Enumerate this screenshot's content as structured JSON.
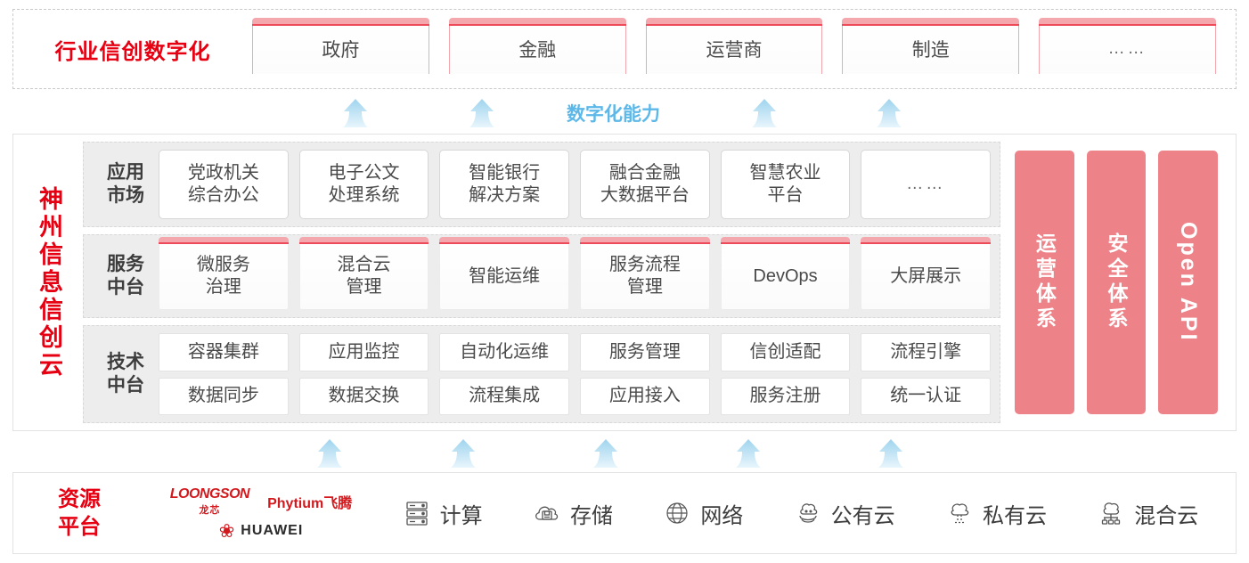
{
  "industry": {
    "title": "行业信创数字化",
    "boxes": [
      {
        "label": "政府"
      },
      {
        "label": "金融"
      },
      {
        "label": "运营商"
      },
      {
        "label": "制造"
      },
      {
        "label": "……"
      }
    ]
  },
  "capability_label": "数字化能力",
  "cloud": {
    "title": "神州信息信创云",
    "rows": [
      {
        "label": "应用\n市场",
        "label_l1": "应用",
        "label_l2": "市场",
        "style": "plain",
        "cells": [
          "党政机关\n综合办公",
          "电子公文\n处理系统",
          "智能银行\n解决方案",
          "融合金融\n大数据平台",
          "智慧农业\n平台",
          "……"
        ]
      },
      {
        "label_l1": "服务",
        "label_l2": "中台",
        "style": "topbar",
        "cells": [
          "微服务\n治理",
          "混合云\n管理",
          "智能运维",
          "服务流程\n管理",
          "DevOps",
          "大屏展示"
        ]
      },
      {
        "label_l1": "技术",
        "label_l2": "中台",
        "style": "plain",
        "cells_row1": [
          "容器集群",
          "应用监控",
          "自动化运维",
          "服务管理",
          "信创适配",
          "流程引擎"
        ],
        "cells_row2": [
          "数据同步",
          "数据交换",
          "流程集成",
          "应用接入",
          "服务注册",
          "统一认证"
        ]
      }
    ],
    "pillars": [
      {
        "label": "运营体系",
        "orientation": "upright"
      },
      {
        "label": "安全体系",
        "orientation": "upright"
      },
      {
        "label": "Open API",
        "orientation": "rotated"
      }
    ]
  },
  "resource": {
    "title_l1": "资源",
    "title_l2": "平台",
    "logos": [
      {
        "name": "loongson-logo",
        "en": "LOONGSON",
        "cn": "龙芯"
      },
      {
        "name": "phytium-logo",
        "text": "Phytium飞腾"
      },
      {
        "name": "huawei-logo",
        "text": "HUAWEI"
      }
    ],
    "items": [
      {
        "icon": "server-rack-icon",
        "label": "计算"
      },
      {
        "icon": "cloud-storage-icon",
        "label": "存储"
      },
      {
        "icon": "network-icon",
        "label": "网络"
      },
      {
        "icon": "public-cloud-icon",
        "label": "公有云"
      },
      {
        "icon": "private-cloud-icon",
        "label": "私有云"
      },
      {
        "icon": "hybrid-cloud-icon",
        "label": "混合云"
      }
    ]
  },
  "colors": {
    "brand_red": "#E60012",
    "pink": "#EE8289",
    "pink_light": "#F4A7AD",
    "arrow_blue": "#A8D8F0",
    "capability_blue": "#5DB8E8"
  },
  "arrows": {
    "top_row_count": 4,
    "bottom_row_count": 5
  }
}
